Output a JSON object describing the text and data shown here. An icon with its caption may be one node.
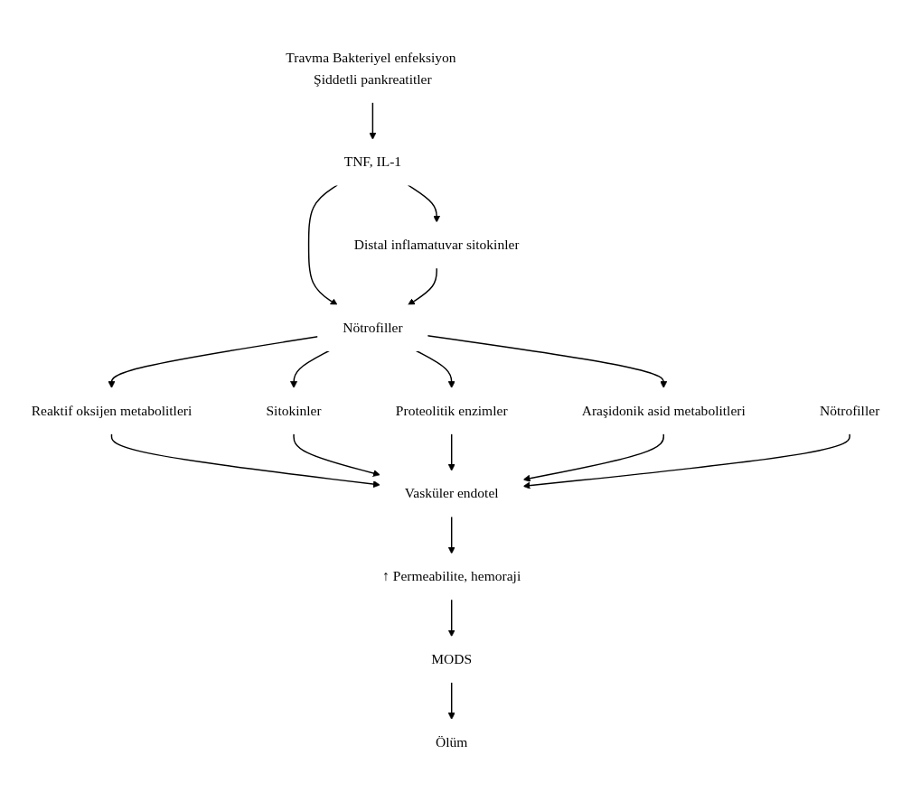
{
  "diagram": {
    "nodes": [
      {
        "text": [
          "Travma Bakteriyel enfeksiyon Şiddetli pankreatitler"
        ]
      },
      {
        "text": [
          "TNF, IL-1"
        ]
      },
      {
        "text": [
          "Distal inflamatuvar sitokinler"
        ]
      },
      {
        "text": [
          "Nötrofiller"
        ]
      },
      {
        "text": [
          "Reaktif oksijen metabolitleri"
        ]
      },
      {
        "text": [
          "Sitokinler"
        ]
      },
      {
        "text": [
          "Proteolitik enzimler"
        ]
      },
      {
        "text": [
          "Araşidonik asid metabolitleri"
        ]
      },
      {
        "text": [
          "Nötrofiller"
        ]
      },
      {
        "text": [
          "Vasküler endotel"
        ]
      },
      {
        "text": [
          "↑ Permeabilite, hemoraji"
        ]
      },
      {
        "text": [
          "MODS"
        ]
      },
      {
        "text": [
          "Ölüm"
        ]
      }
    ],
    "edges": [
      {
        "from": 0,
        "to": 1,
        "arrow": "to"
      },
      {
        "from": 1,
        "to": 2,
        "arrow": "to"
      },
      {
        "from": 1,
        "to": 3,
        "arrow": "to"
      },
      {
        "from": 2,
        "to": 3,
        "arrow": "to"
      },
      {
        "from": 3,
        "to": 4,
        "arrow": "to"
      },
      {
        "from": 3,
        "to": 5,
        "arrow": "to"
      },
      {
        "from": 3,
        "to": 6,
        "arrow": "to"
      },
      {
        "from": 3,
        "to": 7,
        "arrow": "to"
      },
      {
        "from": 4,
        "to": 9,
        "arrow": "to"
      },
      {
        "from": 5,
        "to": 9,
        "arrow": "to"
      },
      {
        "from": 6,
        "to": 9,
        "arrow": "to"
      },
      {
        "from": 7,
        "to": 9,
        "arrow": "to"
      },
      {
        "from": 8,
        "to": 9,
        "arrow": "to"
      },
      {
        "from": 9,
        "to": 10,
        "arrow": "to"
      },
      {
        "from": 10,
        "to": 11,
        "arrow": "to"
      },
      {
        "from": 11,
        "to": 12,
        "arrow": "to"
      }
    ]
  }
}
